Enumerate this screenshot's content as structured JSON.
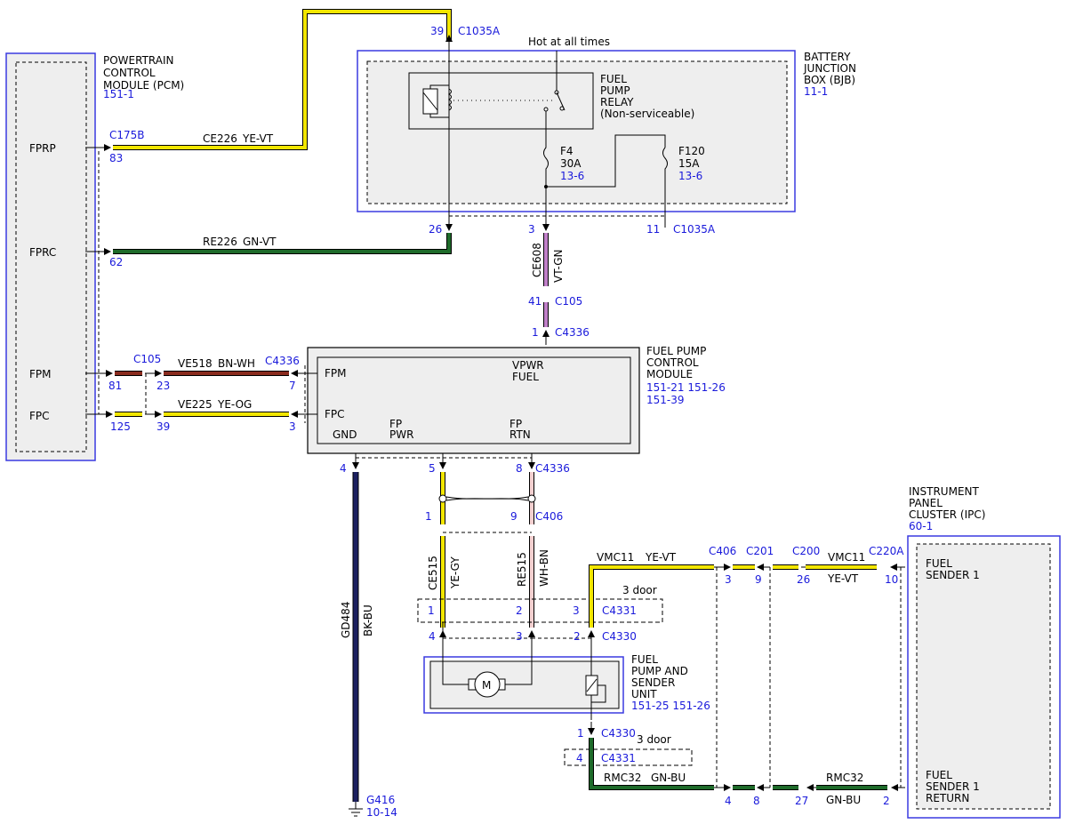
{
  "modules": {
    "pcm": {
      "name_lines": [
        "POWERTRAIN",
        "CONTROL",
        "MODULE (PCM)"
      ],
      "ref": "151-1",
      "pins": {
        "fprp": "FPRP",
        "fprc": "FPRC",
        "fpm": "FPM",
        "fpc": "FPC"
      }
    },
    "bjb": {
      "name_lines": [
        "BATTERY",
        "JUNCTION",
        "BOX (BJB)"
      ],
      "ref": "11-1",
      "hot_label": "Hot at all times",
      "relay_lines": [
        "FUEL",
        "PUMP",
        "RELAY",
        "(Non-serviceable)"
      ],
      "fuse_f4": {
        "name": "F4",
        "rating": "30A",
        "ref": "13-6"
      },
      "fuse_f120": {
        "name": "F120",
        "rating": "15A",
        "ref": "13-6"
      }
    },
    "fpcm": {
      "name_lines": [
        "FUEL PUMP",
        "CONTROL",
        "MODULE"
      ],
      "refs": [
        "151-21  151-26",
        "151-39"
      ],
      "pins": {
        "fpm": "FPM",
        "fpc": "FPC",
        "vpwr": [
          "VPWR",
          "FUEL"
        ],
        "gnd": "GND",
        "fp_pwr": [
          "FP",
          "PWR"
        ],
        "fp_rtn": [
          "FP",
          "RTN"
        ]
      }
    },
    "ipc": {
      "name_lines": [
        "INSTRUMENT",
        "PANEL",
        "CLUSTER (IPC)"
      ],
      "ref": "60-1",
      "pins": {
        "sender": [
          "FUEL",
          "SENDER 1"
        ],
        "return": [
          "FUEL",
          "SENDER 1",
          "RETURN"
        ]
      }
    },
    "fpsu": {
      "name_lines": [
        "FUEL",
        "PUMP AND",
        "SENDER",
        "UNIT"
      ],
      "refs": "151-25  151-26",
      "motor": "M"
    }
  },
  "connectors": {
    "c1035a_top": {
      "pin": "39",
      "name": "C1035A"
    },
    "c175b": {
      "name": "C175B",
      "pin": "83"
    },
    "pcm_fprc_pin": "62",
    "bjb_pin26": "26",
    "bjb_pin3": "3",
    "c1035a_bot": {
      "pin": "11",
      "name": "C1035A"
    },
    "c105_top": {
      "pin": "41",
      "name": "C105"
    },
    "c4336_top": {
      "pin": "1",
      "name": "C4336"
    },
    "c105_left": {
      "name": "C105",
      "pin_fpm_a": "81",
      "pin_fpm_b": "23",
      "pin_fpc_a": "125",
      "pin_fpc_b": "39"
    },
    "c4336_left": {
      "name": "C4336",
      "pin_fpm": "7",
      "pin_fpc": "3"
    },
    "fpcm_bottom": {
      "gnd": "4",
      "pwr": "5",
      "rtn": "8",
      "name": "C4336"
    },
    "c406_mid": {
      "pwr": "1",
      "rtn": "9",
      "name": "C406"
    },
    "c4331": {
      "label": "3 door",
      "pin1": "1",
      "pin2": "2",
      "pin3": "3",
      "name": "C4331"
    },
    "c4330": {
      "pin4": "4",
      "pin3": "3",
      "pin2": "2",
      "name": "C4330"
    },
    "c4330_b": {
      "pin": "1",
      "name": "C4330"
    },
    "c4331_b": {
      "label": "3 door",
      "pin": "4",
      "name": "C4331"
    },
    "ground": {
      "name": "G416",
      "ref": "10-14"
    },
    "vmc_chain": {
      "c406": "C406",
      "c201": "C201",
      "c200": "C200",
      "c220a": "C220A",
      "p3": "3",
      "p9": "9",
      "p26": "26",
      "p10": "10"
    },
    "rmc_chain": {
      "p4": "4",
      "p8": "8",
      "p27": "27",
      "p2": "2"
    }
  },
  "wires": {
    "ce226": {
      "circuit": "CE226",
      "color": "YE-VT"
    },
    "re226": {
      "circuit": "RE226",
      "color": "GN-VT"
    },
    "ce608": {
      "circuit": "CE608",
      "color": "VT-GN"
    },
    "ve518": {
      "circuit": "VE518",
      "color": "BN-WH"
    },
    "ve225": {
      "circuit": "VE225",
      "color": "YE-OG"
    },
    "gd484": {
      "circuit": "GD484",
      "color": "BK-BU"
    },
    "ce515": {
      "circuit": "CE515",
      "color": "YE-GY"
    },
    "re515": {
      "circuit": "RE515",
      "color": "WH-BN"
    },
    "vmc11_a": {
      "circuit": "VMC11",
      "color": "YE-VT"
    },
    "vmc11_b": {
      "circuit": "VMC11",
      "color": "YE-VT"
    },
    "rmc32_a": {
      "circuit": "RMC32",
      "color": "GN-BU"
    },
    "rmc32_b": {
      "circuit": "RMC32",
      "color": "GN-BU"
    }
  },
  "colors": {
    "module_border": "#3a3ae0",
    "module_fill": "#eeeeee",
    "yellow": "#f2e600",
    "green": "#1e6b2a",
    "violet": "#c080c8",
    "brown": "#8a2b1e",
    "white_wire": "#f4d0d0",
    "navy": "#1c2060",
    "pin_label": "#1a1adb"
  }
}
